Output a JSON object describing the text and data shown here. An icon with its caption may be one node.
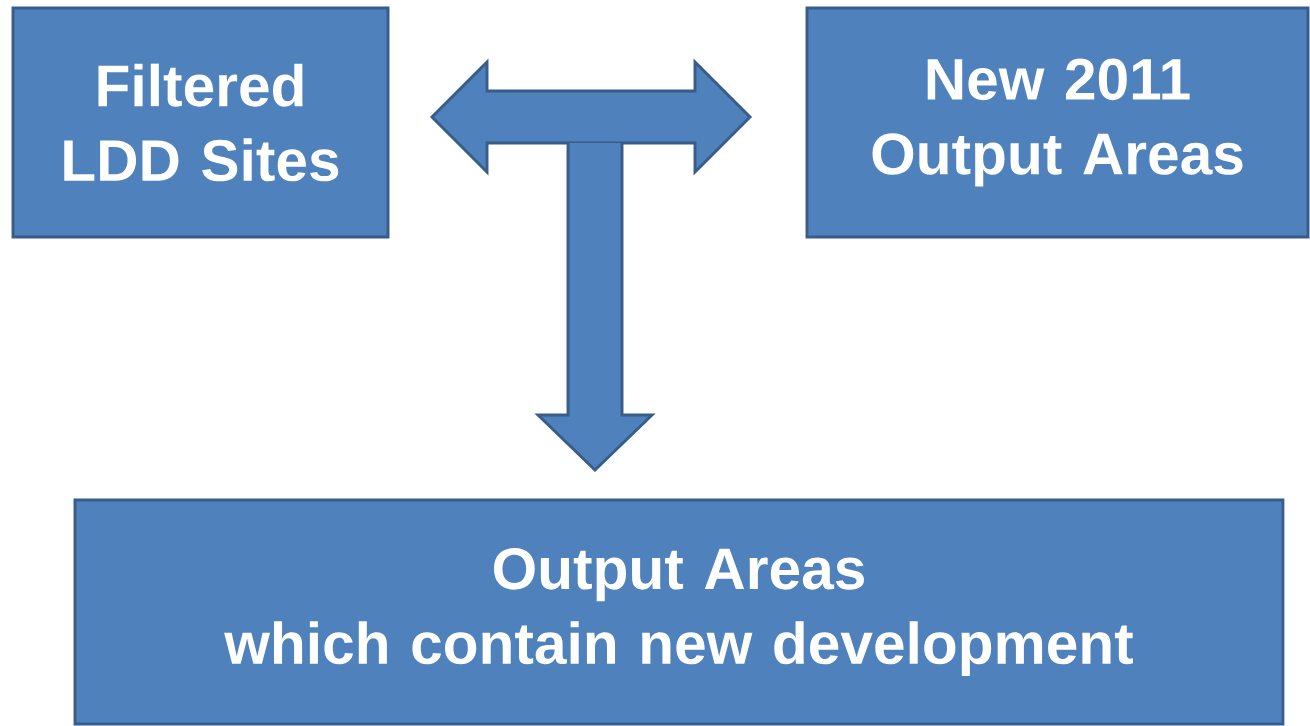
{
  "diagram": {
    "nodes": [
      {
        "text": [
          "Filtered LDD Sites"
        ]
      },
      {
        "text": [
          "New 2011 Output Areas"
        ]
      },
      {
        "text": [
          "Output Areas",
          "which contain new development"
        ]
      }
    ],
    "edges": [
      {
        "from": 0,
        "to": 1,
        "arrow": "both"
      },
      {
        "from": null,
        "to": 2,
        "arrow": "to"
      }
    ]
  }
}
